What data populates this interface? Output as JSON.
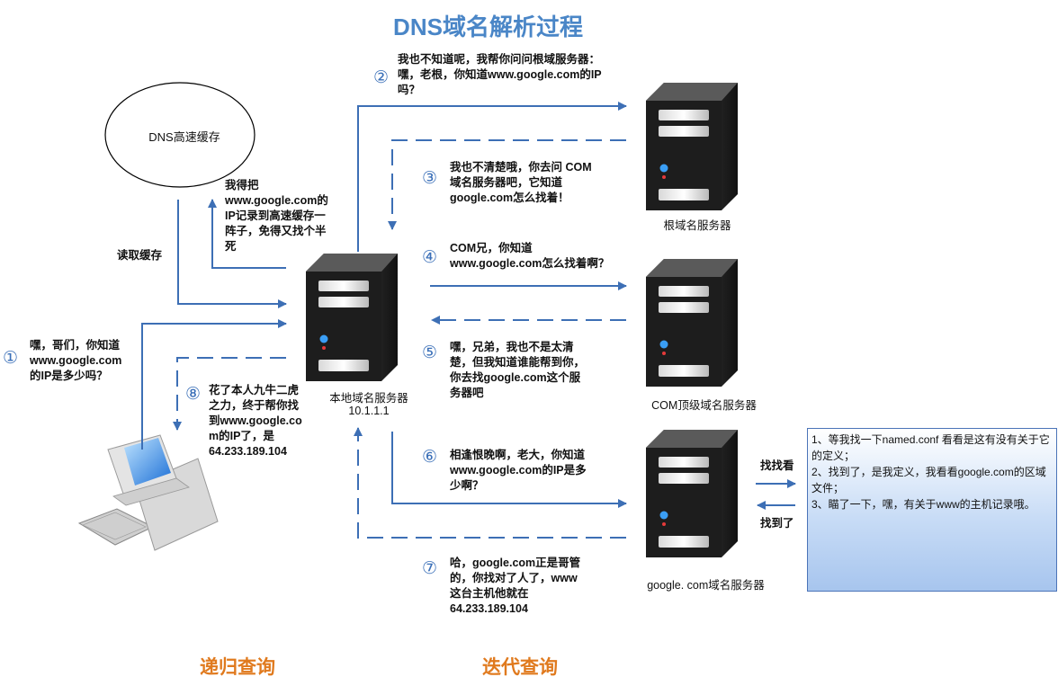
{
  "title": "DNS域名解析过程",
  "cache_bubble": "DNS高速缓存",
  "notes": {
    "read_cache": "读取缓存",
    "save_cache": "我得把\nwww.google.com的\nIP记录到高速缓存一\n阵子，免得又找个半\n死",
    "client_query": "嘿，哥们，你知道\nwww.google.com\n的IP是多少吗？",
    "step2": "我也不知道呢，我帮你问问根域服务器：\n嘿，老根，你知道www.google.com的IP\n吗？",
    "step3": "我也不清楚哦，你去问  COM\n域名服务器吧，它知道\ngoogle.com怎么找着！",
    "step4": "COM兄，你知道\nwww.google.com怎么找着啊？",
    "step5": "嘿，兄弟，我也不是太清\n楚，但我知道谁能帮到你，\n你去找google.com这个服\n务器吧",
    "step6": "相逢恨晚啊，老大，你知道\nwww.google.com的IP是多\n少啊？",
    "step7": "哈，google.com正是哥管\n的，你找对了人了，www\n这台主机他就在\n64.233.189.104",
    "step8": "花了本人九牛二虎\n之力，终于帮你找\n到www.google.co\nm的IP了，是\n64.233.189.104",
    "look": "找找看",
    "found": "找到了"
  },
  "steps": [
    "①",
    "②",
    "③",
    "④",
    "⑤",
    "⑥",
    "⑦",
    "⑧"
  ],
  "servers": {
    "root": "根域名服务器",
    "com": "COM顶级域名服务器",
    "google": "google. com域名服务器",
    "local": "本地域名服务器",
    "local_ip": "10.1.1.1"
  },
  "infobox": [
    "1、等我找一下named.conf 看看是这有没有关于它的定义；",
    "2、找到了，是我定义，我看看google.com的区域文件；",
    "3、瞄了一下，嘿，有关于www的主机记录哦。"
  ],
  "footer": {
    "recursive": "递归查询",
    "iterative": "迭代查询"
  },
  "colors": {
    "arrow": "#3d6fb5",
    "title": "#4a86c7",
    "footer": "#e07a1e"
  }
}
